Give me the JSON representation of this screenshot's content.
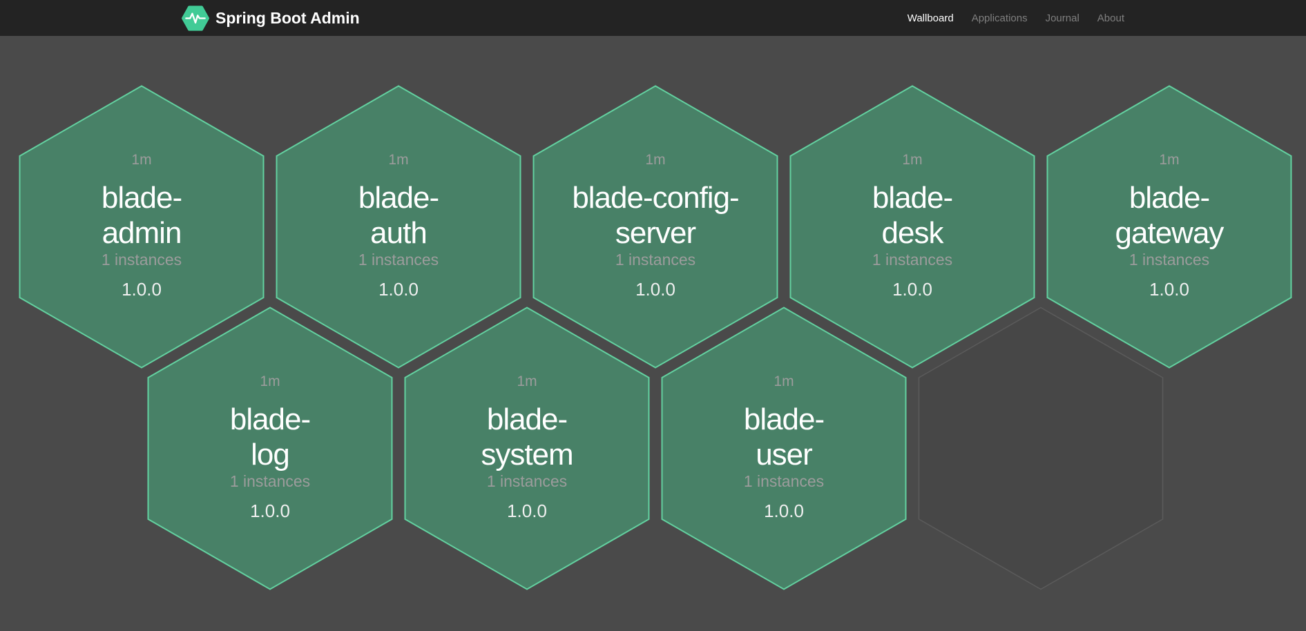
{
  "navbar": {
    "brand": "Spring Boot Admin",
    "items": [
      {
        "label": "Wallboard",
        "active": true
      },
      {
        "label": "Applications",
        "active": false
      },
      {
        "label": "Journal",
        "active": false
      },
      {
        "label": "About",
        "active": false
      }
    ]
  },
  "colors": {
    "navbar_bg": "#232323",
    "page_bg": "#4a4a4a",
    "brand_green": "#41cb96",
    "hexagon_up_fill": "#488167",
    "hexagon_up_border": "#63d1a0",
    "hexagon_empty_border": "#5b5b5b",
    "muted_text": "#9c9c9c",
    "name_text": "#ffffff"
  },
  "apps": [
    {
      "name": "blade-admin",
      "name_lines": [
        "blade-",
        "admin"
      ],
      "uptime": "1m",
      "instances": "1 instances",
      "version": "1.0.0",
      "status": "up"
    },
    {
      "name": "blade-auth",
      "name_lines": [
        "blade-",
        "auth"
      ],
      "uptime": "1m",
      "instances": "1 instances",
      "version": "1.0.0",
      "status": "up"
    },
    {
      "name": "blade-config-server",
      "name_lines": [
        "blade-config-",
        "server"
      ],
      "uptime": "1m",
      "instances": "1 instances",
      "version": "1.0.0",
      "status": "up"
    },
    {
      "name": "blade-desk",
      "name_lines": [
        "blade-",
        "desk"
      ],
      "uptime": "1m",
      "instances": "1 instances",
      "version": "1.0.0",
      "status": "up"
    },
    {
      "name": "blade-gateway",
      "name_lines": [
        "blade-",
        "gateway"
      ],
      "uptime": "1m",
      "instances": "1 instances",
      "version": "1.0.0",
      "status": "up"
    },
    {
      "name": "blade-log",
      "name_lines": [
        "blade-",
        "log"
      ],
      "uptime": "1m",
      "instances": "1 instances",
      "version": "1.0.0",
      "status": "up"
    },
    {
      "name": "blade-system",
      "name_lines": [
        "blade-",
        "system"
      ],
      "uptime": "1m",
      "instances": "1 instances",
      "version": "1.0.0",
      "status": "up"
    },
    {
      "name": "blade-user",
      "name_lines": [
        "blade-",
        "user"
      ],
      "uptime": "1m",
      "instances": "1 instances",
      "version": "1.0.0",
      "status": "up"
    }
  ],
  "empty_slots": 1
}
